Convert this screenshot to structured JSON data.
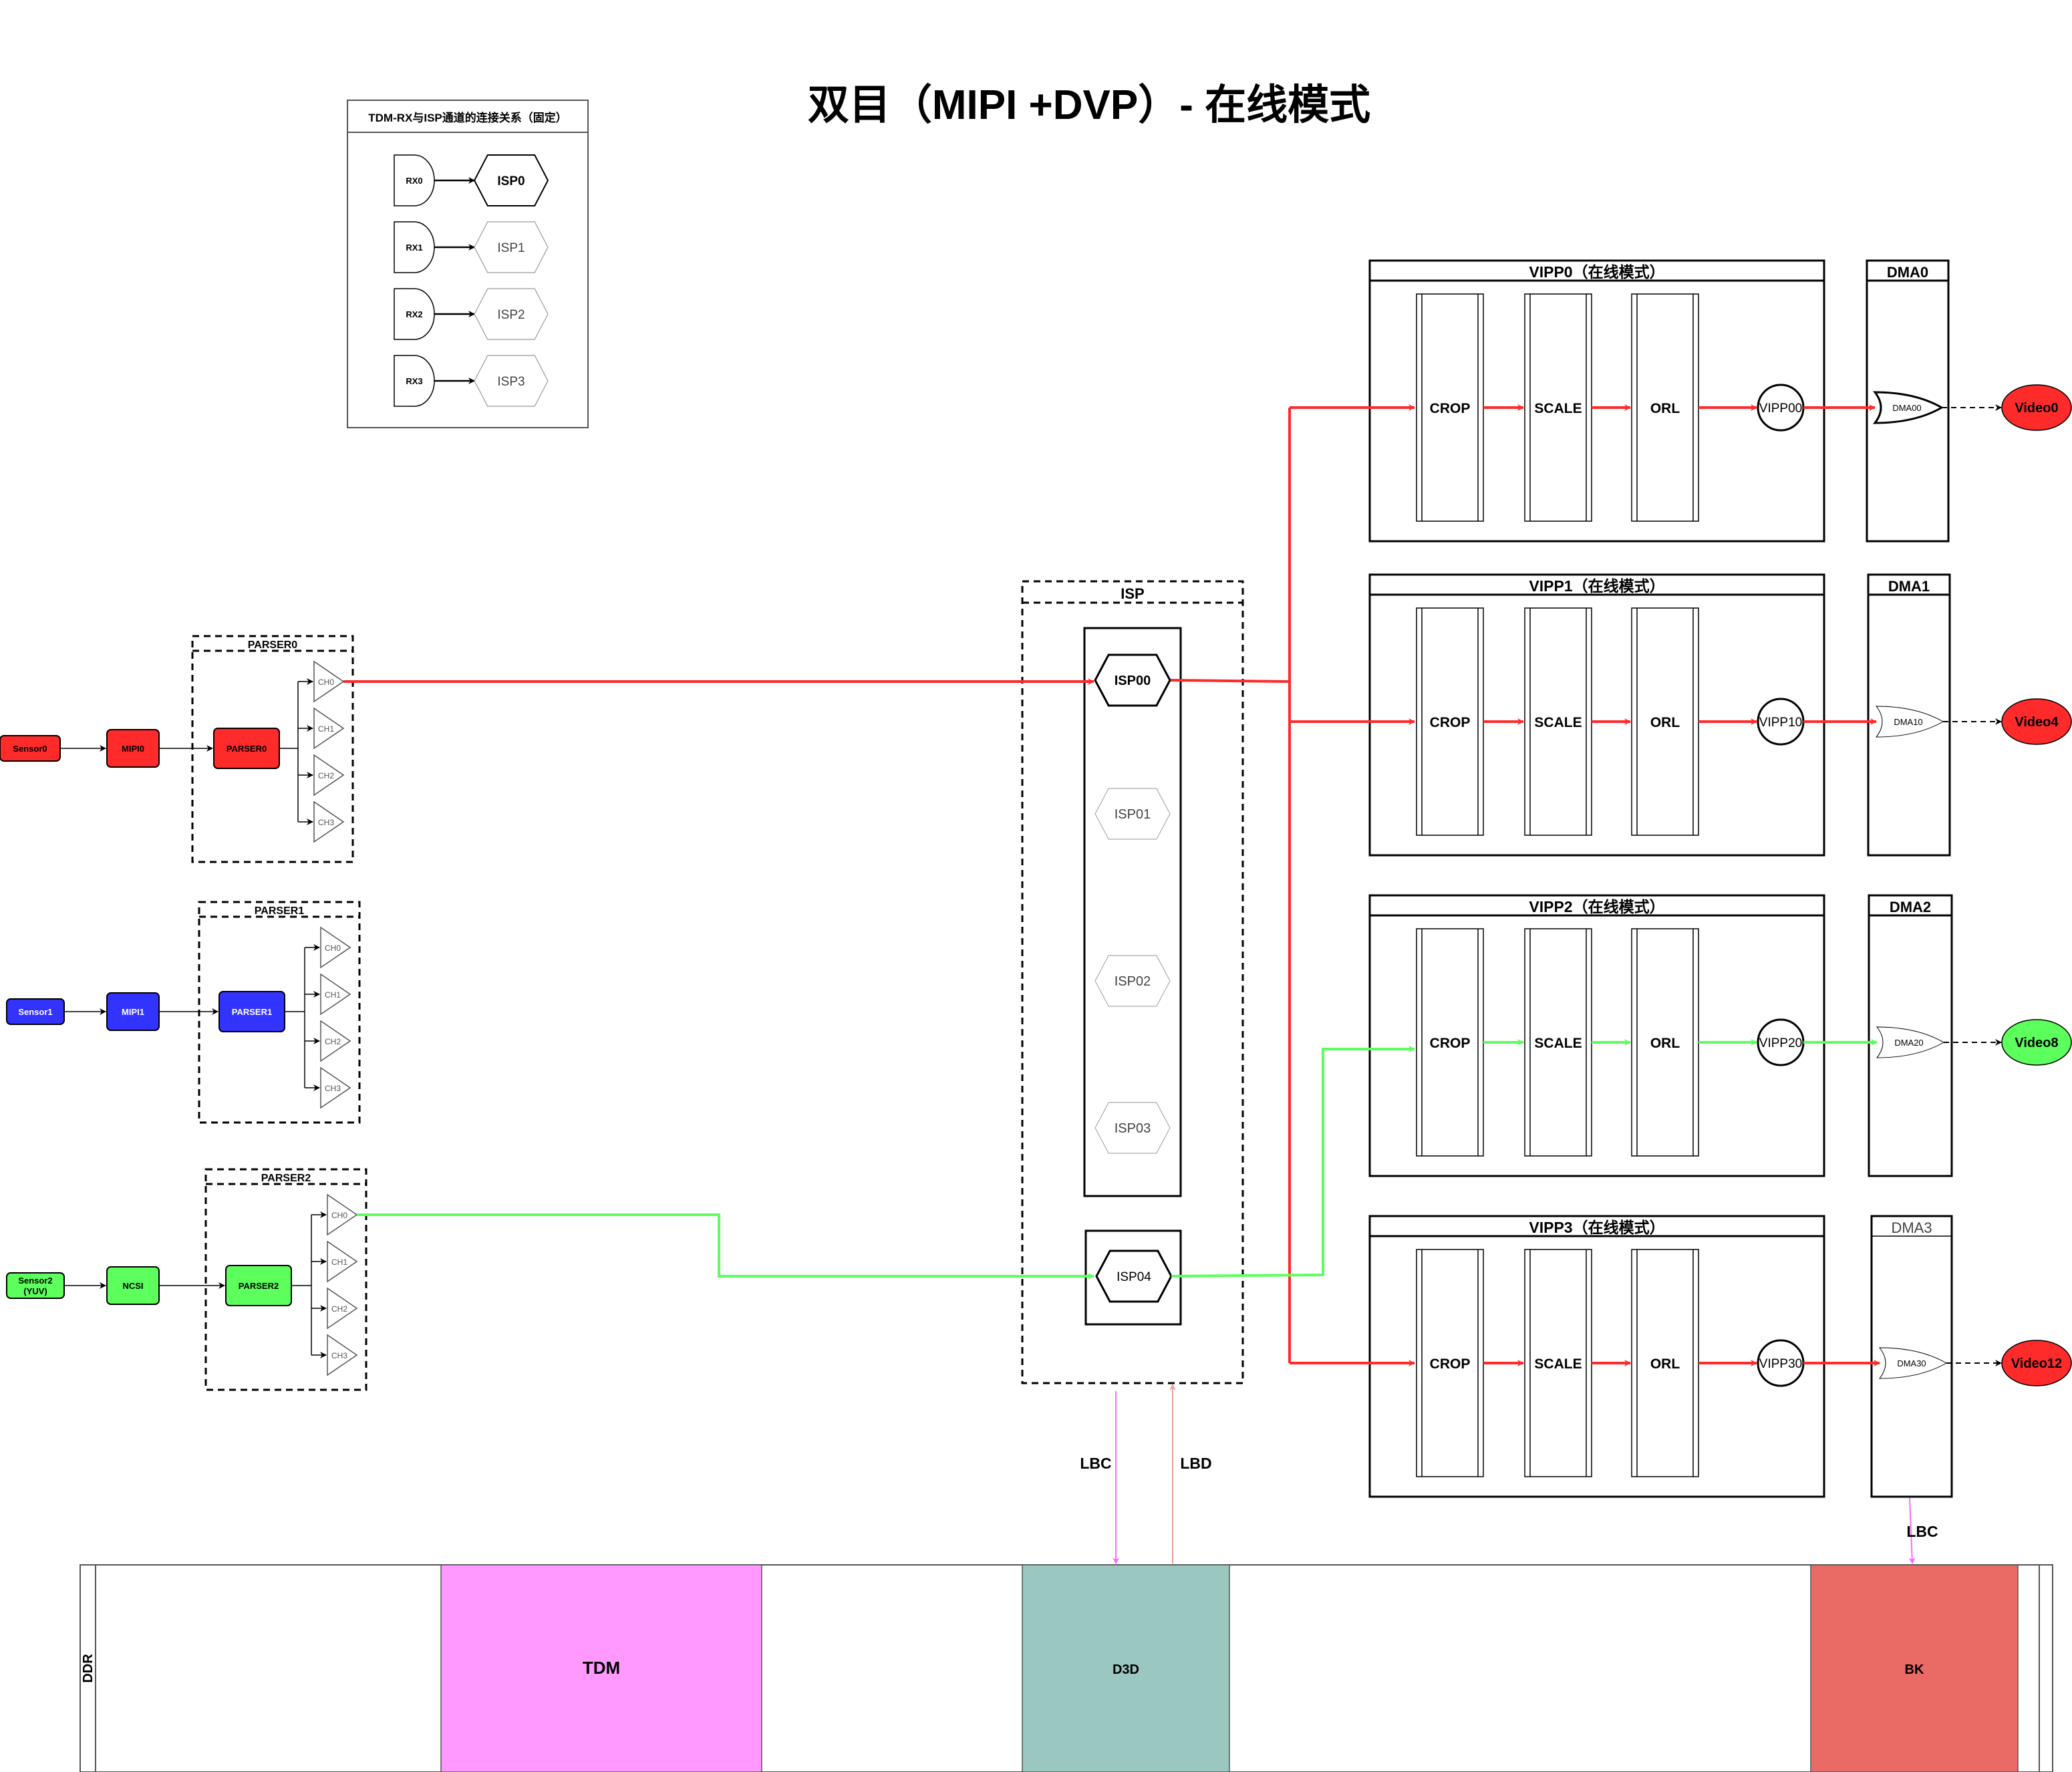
{
  "title": "双目（MIPI +DVP）- 在线模式",
  "legend": {
    "title": "TDM-RX与ISP通道的连接关系（固定）",
    "rows": [
      {
        "rx": "RX0",
        "isp": "ISP0",
        "active": true
      },
      {
        "rx": "RX1",
        "isp": "ISP1",
        "active": false
      },
      {
        "rx": "RX2",
        "isp": "ISP2",
        "active": false
      },
      {
        "rx": "RX3",
        "isp": "ISP3",
        "active": false
      }
    ]
  },
  "sensors": [
    {
      "sensor": "Sensor0",
      "phy": "MIPI0",
      "parser": "PARSER0",
      "parser_title": "PARSER0",
      "color": "#ff2a2a"
    },
    {
      "sensor": "Sensor1",
      "phy": "MIPI1",
      "parser": "PARSER1",
      "parser_title": "PARSER1",
      "color": "#3333ff"
    },
    {
      "sensor": "Sensor2\n(YUV)",
      "phy": "NCSI",
      "parser": "PARSER2",
      "parser_title": "PARSER2",
      "color": "#5cff5c"
    }
  ],
  "channels": [
    "CH0",
    "CH1",
    "CH2",
    "CH3"
  ],
  "isp": {
    "title": "ISP",
    "units": [
      "ISP00",
      "ISP01",
      "ISP02",
      "ISP03"
    ],
    "isp04": "ISP04"
  },
  "vipps": [
    {
      "title": "VIPP0（在线模式）",
      "blocks": [
        "CROP",
        "SCALE",
        "ORL"
      ],
      "node": "VIPP00",
      "dma_title": "DMA0",
      "dma": "DMA00",
      "video": "Video0",
      "color": "#ff2a2a"
    },
    {
      "title": "VIPP1（在线模式）",
      "blocks": [
        "CROP",
        "SCALE",
        "ORL"
      ],
      "node": "VIPP10",
      "dma_title": "DMA1",
      "dma": "DMA10",
      "video": "Video4",
      "color": "#ff2a2a"
    },
    {
      "title": "VIPP2（在线模式）",
      "blocks": [
        "CROP",
        "SCALE",
        "ORL"
      ],
      "node": "VIPP20",
      "dma_title": "DMA2",
      "dma": "DMA20",
      "video": "Video8",
      "color": "#5cff5c"
    },
    {
      "title": "VIPP3（在线模式）",
      "blocks": [
        "CROP",
        "SCALE",
        "ORL"
      ],
      "node": "VIPP30",
      "dma_title": "DMA3",
      "dma": "DMA30",
      "video": "Video12",
      "color": "#ff2a2a"
    }
  ],
  "links": {
    "lbc": "LBC",
    "lbd": "LBD",
    "lbc2": "LBC"
  },
  "ddr": {
    "label": "DDR",
    "regions": [
      {
        "name": "TDM",
        "color": "#ff99ff"
      },
      {
        "name": "D3D",
        "color": "#9ac7bf"
      },
      {
        "name": "BK",
        "color": "#ea6b66"
      }
    ]
  },
  "colors": {
    "red_flow": "#ff2a2a",
    "green_flow": "#5cff5c",
    "lbc_line": "#ff66ff",
    "lbd_line": "#f19c99"
  }
}
